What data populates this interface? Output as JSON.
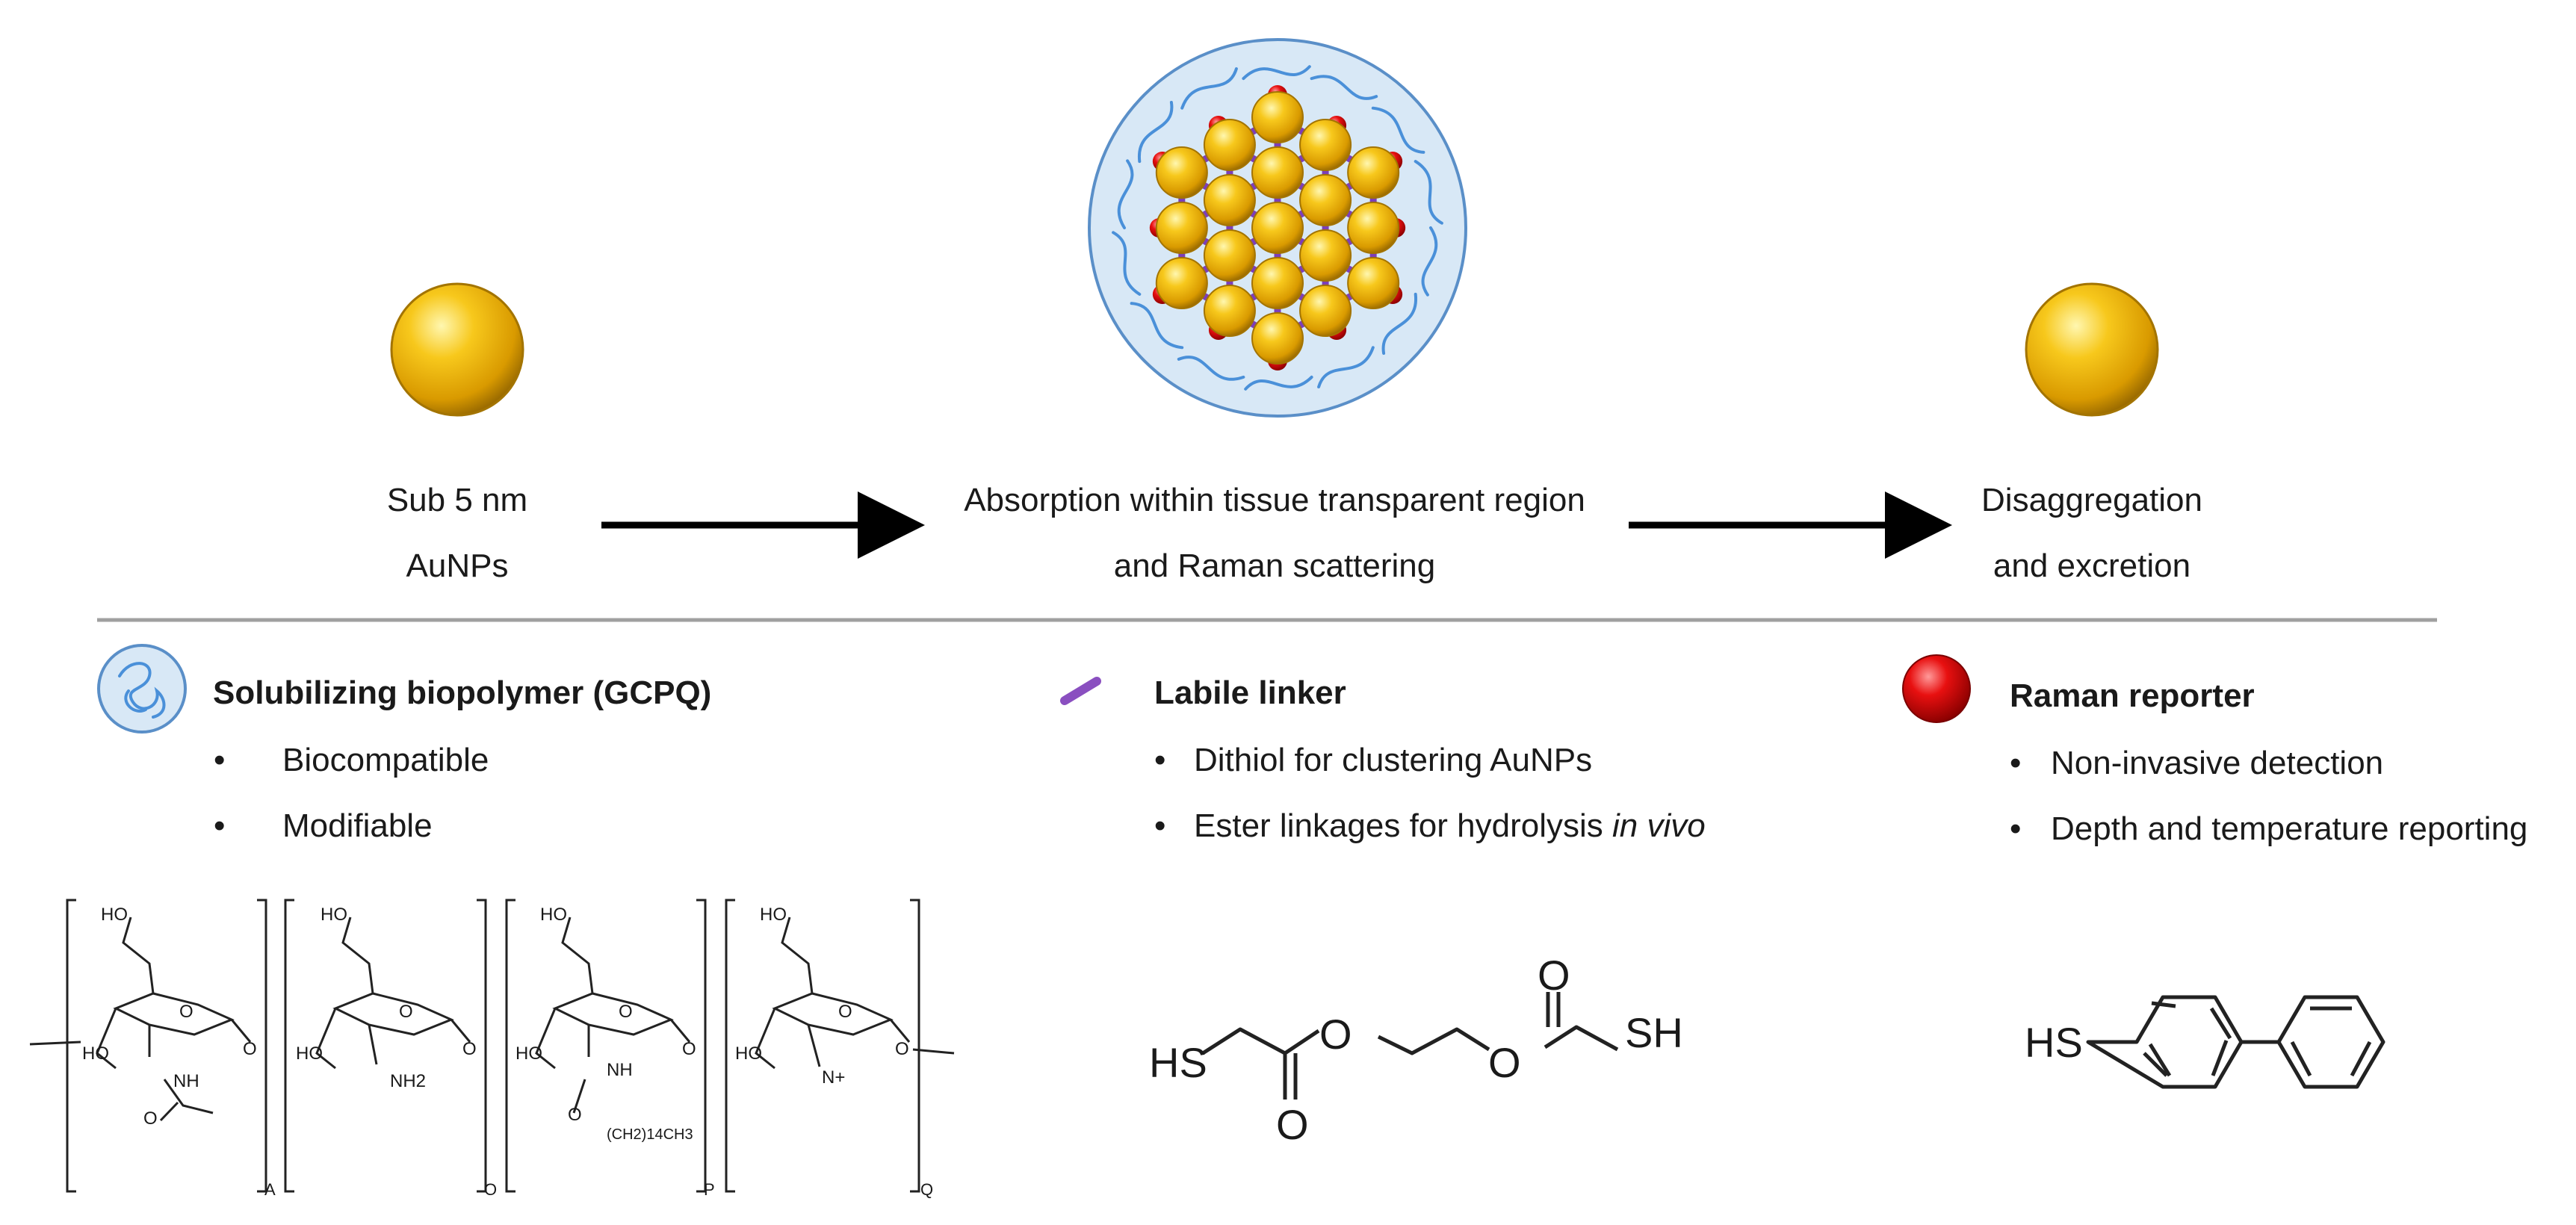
{
  "stages": {
    "left_line1": "Sub 5 nm",
    "left_line2": "AuNPs",
    "middle_line1": "Absorption within tissue transparent region",
    "middle_line2": "and Raman scattering",
    "right_line1": "Disaggregation",
    "right_line2": "and excretion"
  },
  "legend": {
    "polymer": {
      "title": "Solubilizing biopolymer (GCPQ)",
      "bullets": [
        "Biocompatible",
        "Modifiable"
      ]
    },
    "linker": {
      "title": "Labile linker",
      "bullet1": "Dithiol for clustering AuNPs",
      "bullet2_prefix": "Ester linkages for hydrolysis ",
      "bullet2_italic": "in vivo"
    },
    "reporter": {
      "title": "Raman reporter",
      "bullets": [
        "Non-invasive detection",
        "Depth and temperature reporting"
      ]
    },
    "bullet_char": "•"
  },
  "chem": {
    "polymer": {
      "ho": "HO",
      "o": "O",
      "nh": "NH",
      "nh2": "NH2",
      "chain": "(CH2)14CH3",
      "nplus": "N+",
      "sub_a": "A",
      "sub_o": "O",
      "sub_p": "P",
      "sub_q": "Q"
    },
    "linker": {
      "hs": "HS",
      "sh": "SH",
      "o": "O"
    },
    "reporter": {
      "hs": "HS"
    }
  },
  "colors": {
    "gold": "#f2bb12",
    "gold_dark": "#b07d00",
    "reporter_red": "#d40000",
    "linker_purple": "#8a4fc0",
    "polymer_fill": "#d8e8f6",
    "polymer_stroke": "#5a8fc8",
    "divider": "#a0a0a0"
  }
}
